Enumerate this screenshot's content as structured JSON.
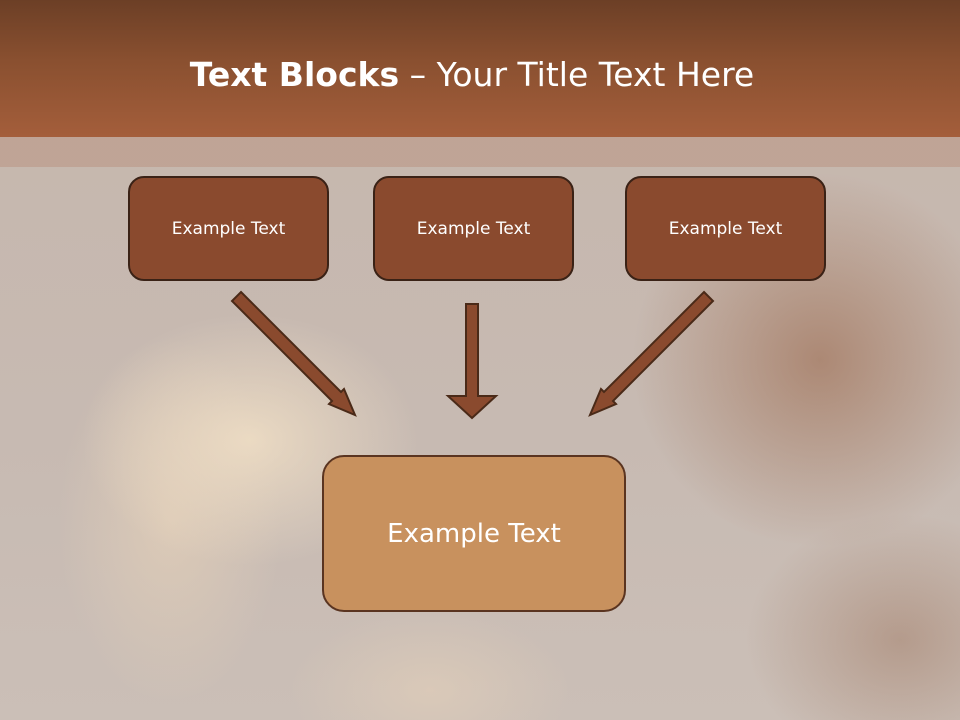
{
  "title": {
    "bold": "Text Blocks",
    "dash": "–",
    "rest": "Your Title Text Here"
  },
  "blocks": {
    "left": "Example Text",
    "center": "Example Text",
    "right": "Example Text",
    "bottom": "Example Text"
  },
  "colors": {
    "header": "#8a5030",
    "small_box_fill": "#8a4a2e",
    "big_box_fill": "#c8915e",
    "arrow": "#8a4a2e"
  }
}
